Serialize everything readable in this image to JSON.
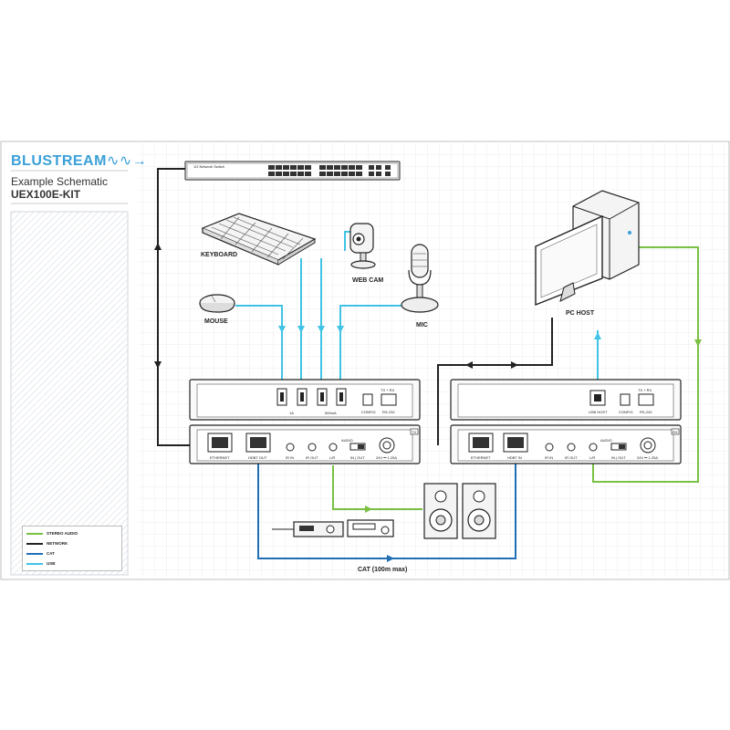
{
  "brand": {
    "name": "BLUSTREAM",
    "wave": "∿∿→"
  },
  "title": {
    "line1": "Example Schematic",
    "line2": "UEX100E-KIT"
  },
  "devices": {
    "switch": "1G Network Switch",
    "keyboard": "KEYBOARD",
    "mouse": "MOUSE",
    "webcam": "WEB CAM",
    "mic": "MIC",
    "pc_host": "PC HOST",
    "cat_label": "CAT (100m max)"
  },
  "tx_top": {
    "usb_1a": "1A",
    "usb_500ma": "500mA",
    "config": "CONFIG",
    "rs232": "RS-232",
    "txrx": "TX  +  RX"
  },
  "rx_top": {
    "usb_host": "USB HOST",
    "config": "CONFIG",
    "rs232": "RS-232",
    "txrx": "TX  +  RX"
  },
  "tx_bottom": {
    "ethernet": "ETHERNET",
    "hdbt": "HDBT OUT",
    "ir_in": "IR IN",
    "ir_out": "IR OUT",
    "audio": "AUDIO",
    "lr": "L/R",
    "in_out": "IN | OUT",
    "power": "24V ⎓ 1.25A",
    "badge": "TX"
  },
  "rx_bottom": {
    "ethernet": "ETHERNET",
    "hdbt": "HDBT IN",
    "ir_in": "IR IN",
    "ir_out": "IR OUT",
    "audio": "AUDIO",
    "lr": "L/R",
    "in_out": "IN | OUT",
    "power": "24V ⎓ 1.25A",
    "badge": "RX"
  },
  "legend": [
    {
      "label": "STEREO AUDIO",
      "color": "#7ac143"
    },
    {
      "label": "NETWORK",
      "color": "#222222"
    },
    {
      "label": "CAT",
      "color": "#1f6fb5"
    },
    {
      "label": "USB",
      "color": "#41c3e6"
    }
  ],
  "colors": {
    "audio": "#7ac143",
    "network": "#222222",
    "cat": "#1f6fb5",
    "usb": "#41c3e6",
    "brand": "#3aa0d8"
  }
}
